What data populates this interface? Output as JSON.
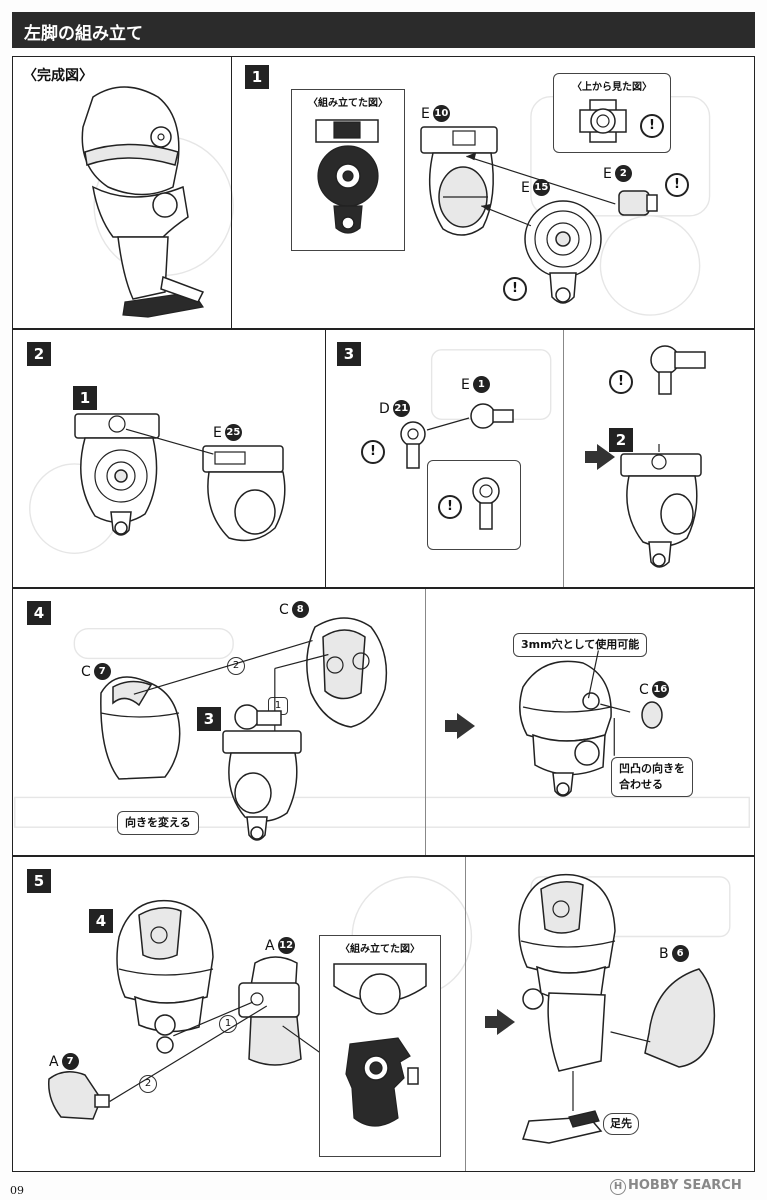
{
  "header": {
    "title": "左脚の組み立て"
  },
  "completed": {
    "title": "〈完成図〉"
  },
  "step1": {
    "num": "1",
    "inset_title": "〈組み立てた図〉",
    "callout_title": "〈上から見た図〉",
    "parts": [
      {
        "letter": "E",
        "num": "10"
      },
      {
        "letter": "E",
        "num": "15"
      },
      {
        "letter": "E",
        "num": "2"
      }
    ]
  },
  "step2": {
    "num": "2",
    "ref": "1",
    "parts": [
      {
        "letter": "E",
        "num": "25"
      }
    ]
  },
  "step3": {
    "num": "3",
    "ref": "2",
    "parts": [
      {
        "letter": "D",
        "num": "21"
      },
      {
        "letter": "E",
        "num": "1"
      }
    ]
  },
  "step4": {
    "num": "4",
    "ref": "3",
    "parts": [
      {
        "letter": "C",
        "num": "7"
      },
      {
        "letter": "C",
        "num": "8"
      },
      {
        "letter": "C",
        "num": "16"
      }
    ],
    "order": [
      "2",
      "1"
    ],
    "note_rotate": "向きを変える",
    "note_hole": "3mm穴として使用可能",
    "note_align_1": "凹凸の向きを",
    "note_align_2": "合わせる"
  },
  "step5": {
    "num": "5",
    "ref": "4",
    "inset_title": "〈組み立てた図〉",
    "parts": [
      {
        "letter": "A",
        "num": "12"
      },
      {
        "letter": "A",
        "num": "7"
      },
      {
        "letter": "B",
        "num": "6"
      }
    ],
    "order": [
      "1",
      "2"
    ],
    "note_toe": "足先"
  },
  "warning_symbol": "!",
  "footer": {
    "page": "09",
    "watermark_letter": "H",
    "watermark": "HOBBY SEARCH"
  },
  "colors": {
    "header_bg": "#2b2b2b",
    "ink": "#222222",
    "paper": "#ffffff"
  }
}
